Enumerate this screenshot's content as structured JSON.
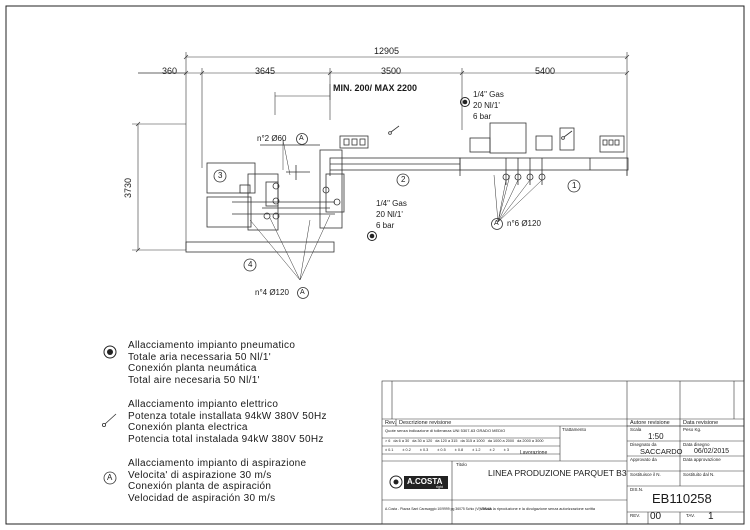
{
  "dimensions": {
    "total": "12905",
    "seg_1": "360",
    "seg_2": "3645",
    "seg_3": "3500",
    "seg_4": "5400",
    "height": "3730",
    "range_label": "MIN. 200/ MAX 2200"
  },
  "callouts": {
    "gas_top": [
      "1/4\" Gas",
      "20 Nl/1'",
      "6 bar"
    ],
    "gas_mid": [
      "1/4\" Gas",
      "20 Nl/1'",
      "6 bar"
    ],
    "suction_2": "n°2  Ø60",
    "suction_6": "n°6  Ø120",
    "suction_4": "n°4  Ø120",
    "suction_marker": "A",
    "section_numbers": [
      "1",
      "2",
      "3",
      "4"
    ]
  },
  "legend": {
    "pneumatic": [
      "Allacciamento impianto pneumatico",
      "Totale aria necessaria 50 Nl/1'",
      "Conexión planta neumática",
      "Total aire necesaria 50 Nl/1'"
    ],
    "electric": [
      "Allacciamento impianto elettrico",
      "Potenza totale installata 94kW 380V 50Hz",
      "Conexión planta electrica",
      "Potencia total instalada 94kW 380V 50Hz"
    ],
    "suction": [
      "Allacciamento impianto di aspirazione",
      "Velocita' di aspirazione 30 m/s",
      "Conexión planta de aspiración",
      "Velocidad de aspiración 30 m/s"
    ],
    "suction_marker": "A"
  },
  "title_block": {
    "rev_label": "Rev.",
    "desc_label": "Descrizione revisione",
    "author_label": "Autore revisione",
    "date_rev_label": "Data revisione",
    "tolerance_note": "Quote senza indicazione di tolleranza UNI 5307-63 GRADO MEDIO",
    "tolerance_row1": [
      "> 6",
      "da 6 a 30",
      "da 30 a 120",
      "da 120 a 315",
      "da 315 a 1000",
      "da 1000 a 2000",
      "da 2000 a 3000"
    ],
    "tolerance_row2": [
      "± 0.1",
      "± 0.2",
      "± 0.3",
      "± 0.5",
      "± 0.8",
      "± 1.2",
      "± 2",
      "± 3"
    ],
    "processing_label": "Lavorazione",
    "treatment_label": "Trattamento",
    "scale_label": "Scala",
    "scale_value": "1:50",
    "weight_label": "Peso Kg.",
    "drawn_label": "Disegnato da",
    "drawn_value": "SACCARDO",
    "date_label": "Data disegno",
    "date_value": "06/02/2015",
    "approved_label": "Approvato da",
    "approval_date_label": "Data approvazione",
    "title_label": "Titolo",
    "title_value": "LINEA PRODUZIONE PARQUET B3",
    "replaces_label": "Sostituisce il N.",
    "replaced_by_label": "Sostituito dal N.",
    "company_name": "A.COSTA",
    "company_tag": "right",
    "company_address": "A.Costa - Piazza Sant Caravaggio 10/9999 pg 36075 Schio (VI) ITALIA",
    "legal_note": "Vietata la riproduzione e la divulgazione senza autorizzazione scritta",
    "dis_label": "DIS.N.",
    "dis_value": "EB110258",
    "rev_value_label": "REV.",
    "rev_value": "00",
    "tav_label": "TAV.",
    "tav_value": "1"
  }
}
